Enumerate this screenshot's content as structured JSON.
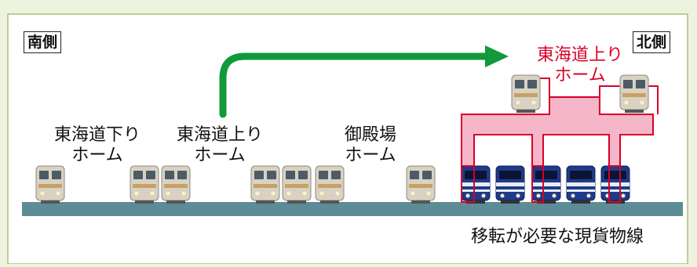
{
  "colors": {
    "background": "#eef3e0",
    "frame": "#ffffff",
    "track": "#5e8c96",
    "arrow": "#109a3a",
    "highlight_fill": "#f4b6c8",
    "highlight_stroke": "#d9002a",
    "highlight_text": "#d9002a"
  },
  "labels": {
    "south": "南側",
    "north": "北側",
    "tokaido_down_l1": "東海道下り",
    "tokaido_down_l2": "ホーム",
    "tokaido_up_l1": "東海道上り",
    "tokaido_up_l2": "ホーム",
    "gotemba_l1": "御殿場",
    "gotemba_l2": "ホーム",
    "new_tokaido_up_l1": "東海道上り",
    "new_tokaido_up_l2": "ホーム",
    "freight_caption": "移転が必要な現貨物線"
  },
  "icons": {
    "passenger_train": "passenger-train-icon",
    "freight_locomotive": "freight-locomotive-icon",
    "move_arrow": "curved-arrow-icon"
  }
}
